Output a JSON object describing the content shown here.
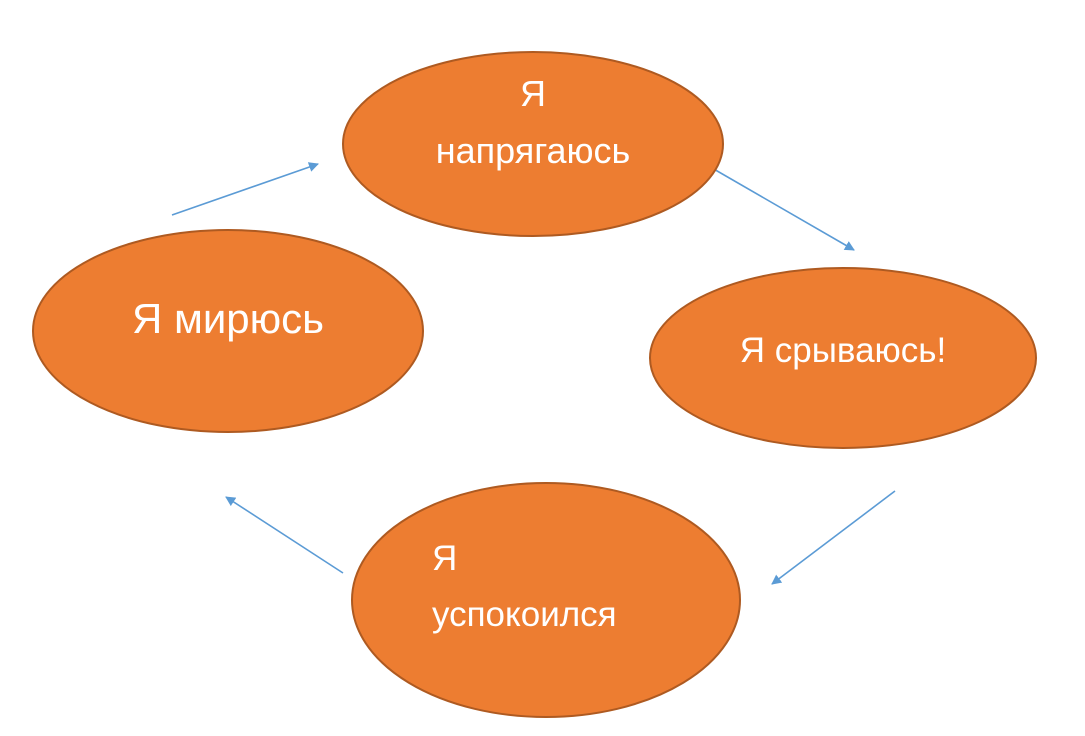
{
  "diagram": {
    "type": "cycle",
    "colors": {
      "node_fill": "#ed7d31",
      "node_stroke": "#ae5a21",
      "text": "#ffffff",
      "arrow": "#5b9bd5",
      "background": "#ffffff"
    },
    "nodes": [
      {
        "id": "tense",
        "lines": [
          "Я",
          "напрягаюсь"
        ]
      },
      {
        "id": "snap",
        "lines": [
          "Я срываюсь!"
        ]
      },
      {
        "id": "calm",
        "lines": [
          "Я",
          "успокоился"
        ]
      },
      {
        "id": "reconcile",
        "lines": [
          "Я мирюсь"
        ]
      }
    ],
    "edges": [
      {
        "from": "tense",
        "to": "snap"
      },
      {
        "from": "snap",
        "to": "calm"
      },
      {
        "from": "calm",
        "to": "reconcile"
      },
      {
        "from": "reconcile",
        "to": "tense"
      }
    ]
  }
}
